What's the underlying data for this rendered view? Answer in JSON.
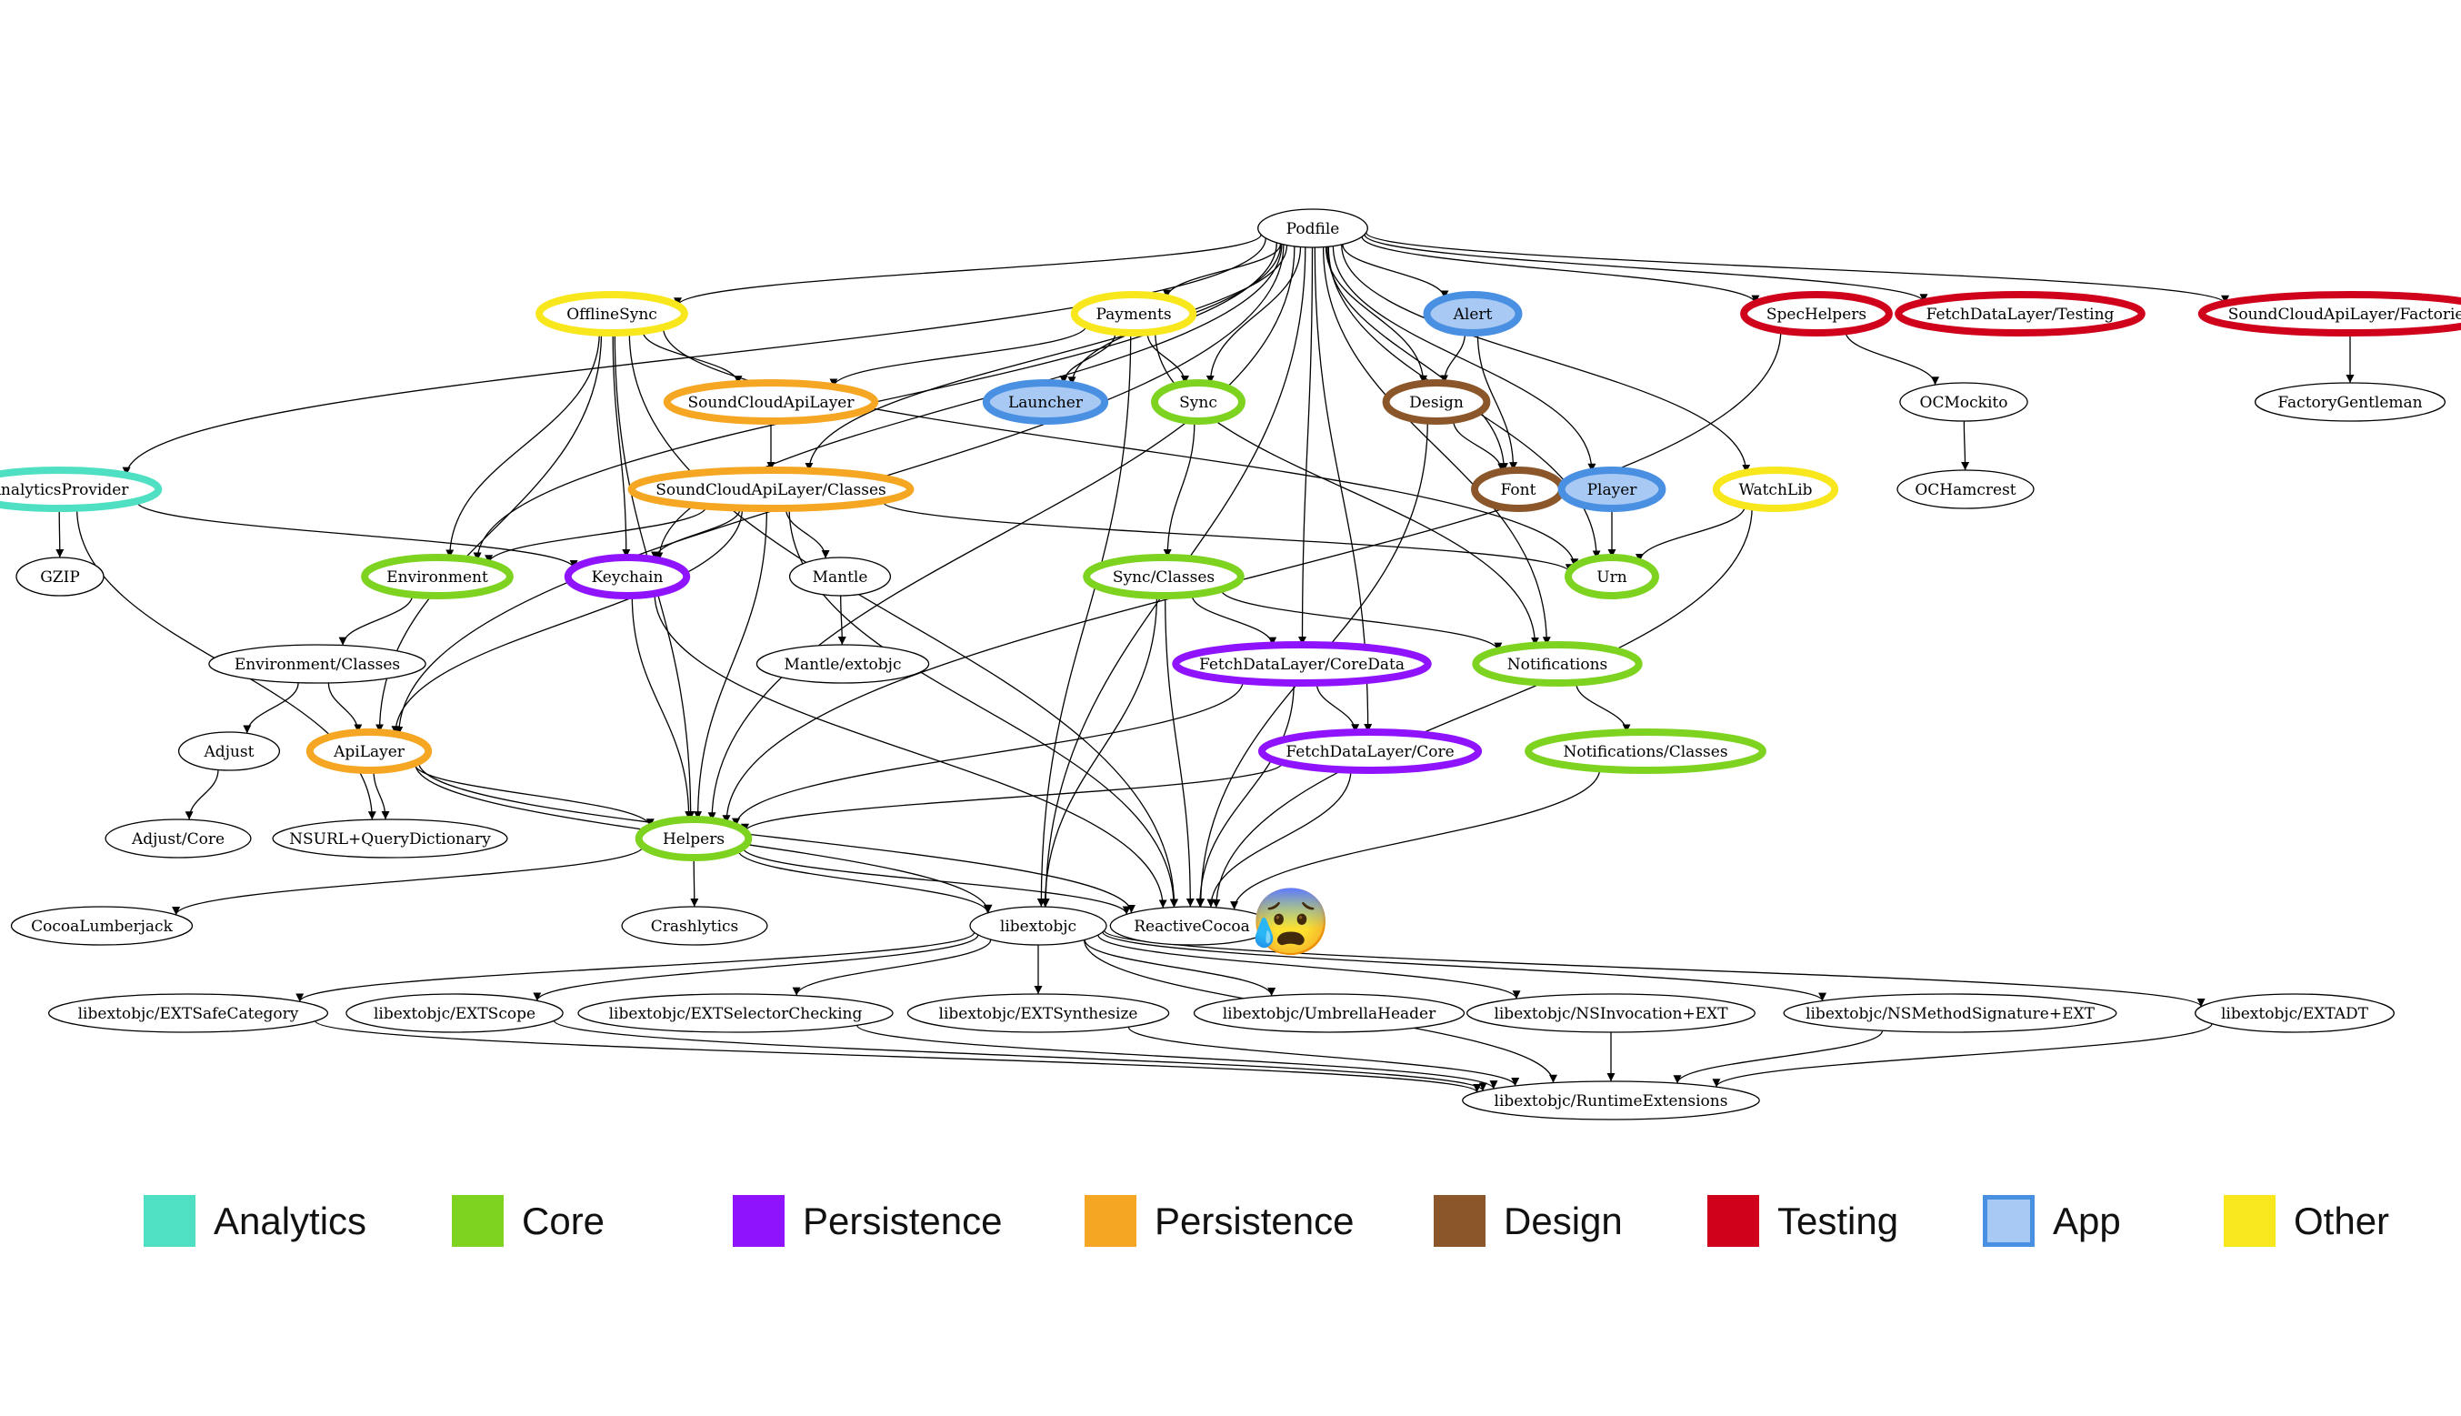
{
  "colors": {
    "analytics": "#4fe0c4",
    "core": "#7ed321",
    "persistence_purple": "#9013fe",
    "persistence_orange": "#f5a623",
    "design": "#8b572a",
    "testing": "#d0021b",
    "app_stroke": "#4a90e2",
    "app_fill": "#a8c9f3",
    "other": "#f8e71c"
  },
  "nodes": [
    {
      "id": "podfile",
      "label": "Podfile",
      "cat": "plain"
    },
    {
      "id": "offlinesync",
      "label": "OfflineSync",
      "cat": "other"
    },
    {
      "id": "payments",
      "label": "Payments",
      "cat": "other"
    },
    {
      "id": "alert",
      "label": "Alert",
      "cat": "app"
    },
    {
      "id": "spechelpers",
      "label": "SpecHelpers",
      "cat": "testing"
    },
    {
      "id": "fdl_testing",
      "label": "FetchDataLayer/Testing",
      "cat": "testing"
    },
    {
      "id": "scapi_factories",
      "label": "SoundCloudApiLayer/Factories",
      "cat": "testing"
    },
    {
      "id": "scapi",
      "label": "SoundCloudApiLayer",
      "cat": "persistence_orange"
    },
    {
      "id": "launcher",
      "label": "Launcher",
      "cat": "app"
    },
    {
      "id": "sync",
      "label": "Sync",
      "cat": "core"
    },
    {
      "id": "design",
      "label": "Design",
      "cat": "design"
    },
    {
      "id": "ocmockito",
      "label": "OCMockito",
      "cat": "plain"
    },
    {
      "id": "factorygentleman",
      "label": "FactoryGentleman",
      "cat": "plain"
    },
    {
      "id": "analyticsprovider",
      "label": "AnalyticsProvider",
      "cat": "analytics"
    },
    {
      "id": "scapi_classes",
      "label": "SoundCloudApiLayer/Classes",
      "cat": "persistence_orange"
    },
    {
      "id": "font",
      "label": "Font",
      "cat": "design"
    },
    {
      "id": "player",
      "label": "Player",
      "cat": "app"
    },
    {
      "id": "watchlib",
      "label": "WatchLib",
      "cat": "other"
    },
    {
      "id": "ochamcrest",
      "label": "OCHamcrest",
      "cat": "plain"
    },
    {
      "id": "gzip",
      "label": "GZIP",
      "cat": "plain"
    },
    {
      "id": "environment",
      "label": "Environment",
      "cat": "core"
    },
    {
      "id": "keychain",
      "label": "Keychain",
      "cat": "persistence_purple"
    },
    {
      "id": "mantle",
      "label": "Mantle",
      "cat": "plain"
    },
    {
      "id": "sync_classes",
      "label": "Sync/Classes",
      "cat": "core"
    },
    {
      "id": "urn",
      "label": "Urn",
      "cat": "core"
    },
    {
      "id": "env_classes",
      "label": "Environment/Classes",
      "cat": "plain"
    },
    {
      "id": "mantle_extobjc",
      "label": "Mantle/extobjc",
      "cat": "plain"
    },
    {
      "id": "fdl_coredata",
      "label": "FetchDataLayer/CoreData",
      "cat": "persistence_purple"
    },
    {
      "id": "notifications",
      "label": "Notifications",
      "cat": "core"
    },
    {
      "id": "adjust",
      "label": "Adjust",
      "cat": "plain"
    },
    {
      "id": "apilayer",
      "label": "ApiLayer",
      "cat": "persistence_orange"
    },
    {
      "id": "fdl_core",
      "label": "FetchDataLayer/Core",
      "cat": "persistence_purple"
    },
    {
      "id": "notif_classes",
      "label": "Notifications/Classes",
      "cat": "core"
    },
    {
      "id": "adjust_core",
      "label": "Adjust/Core",
      "cat": "plain"
    },
    {
      "id": "nsurl_qd",
      "label": "NSURL+QueryDictionary",
      "cat": "plain"
    },
    {
      "id": "helpers",
      "label": "Helpers",
      "cat": "core"
    },
    {
      "id": "cocoalumberjack",
      "label": "CocoaLumberjack",
      "cat": "plain"
    },
    {
      "id": "crashlytics",
      "label": "Crashlytics",
      "cat": "plain"
    },
    {
      "id": "libextobjc",
      "label": "libextobjc",
      "cat": "plain"
    },
    {
      "id": "reactivecocoa",
      "label": "ReactiveCocoa",
      "cat": "plain"
    },
    {
      "id": "lx_safecat",
      "label": "libextobjc/EXTSafeCategory",
      "cat": "plain"
    },
    {
      "id": "lx_scope",
      "label": "libextobjc/EXTScope",
      "cat": "plain"
    },
    {
      "id": "lx_selcheck",
      "label": "libextobjc/EXTSelectorChecking",
      "cat": "plain"
    },
    {
      "id": "lx_synth",
      "label": "libextobjc/EXTSynthesize",
      "cat": "plain"
    },
    {
      "id": "lx_umbrella",
      "label": "libextobjc/UmbrellaHeader",
      "cat": "plain"
    },
    {
      "id": "lx_nsinv",
      "label": "libextobjc/NSInvocation+EXT",
      "cat": "plain"
    },
    {
      "id": "lx_nsmeth",
      "label": "libextobjc/NSMethodSignature+EXT",
      "cat": "plain"
    },
    {
      "id": "lx_adt",
      "label": "libextobjc/EXTADT",
      "cat": "plain"
    },
    {
      "id": "lx_runtime",
      "label": "libextobjc/RuntimeExtensions",
      "cat": "plain"
    }
  ],
  "edges": [
    [
      "podfile",
      "offlinesync"
    ],
    [
      "podfile",
      "payments"
    ],
    [
      "podfile",
      "alert"
    ],
    [
      "podfile",
      "spechelpers"
    ],
    [
      "podfile",
      "fdl_testing"
    ],
    [
      "podfile",
      "scapi_factories"
    ],
    [
      "podfile",
      "analyticsprovider"
    ],
    [
      "podfile",
      "launcher"
    ],
    [
      "podfile",
      "sync"
    ],
    [
      "podfile",
      "design"
    ],
    [
      "podfile",
      "font"
    ],
    [
      "podfile",
      "player"
    ],
    [
      "podfile",
      "watchlib"
    ],
    [
      "podfile",
      "urn"
    ],
    [
      "podfile",
      "environment"
    ],
    [
      "podfile",
      "keychain"
    ],
    [
      "podfile",
      "apilayer"
    ],
    [
      "podfile",
      "helpers"
    ],
    [
      "podfile",
      "scapi_classes"
    ],
    [
      "podfile",
      "fdl_coredata"
    ],
    [
      "podfile",
      "fdl_core"
    ],
    [
      "podfile",
      "notifications"
    ],
    [
      "podfile",
      "libextobjc"
    ],
    [
      "offlinesync",
      "scapi"
    ],
    [
      "offlinesync",
      "keychain"
    ],
    [
      "offlinesync",
      "environment"
    ],
    [
      "offlinesync",
      "apilayer"
    ],
    [
      "offlinesync",
      "helpers"
    ],
    [
      "offlinesync",
      "urn"
    ],
    [
      "offlinesync",
      "reactivecocoa"
    ],
    [
      "payments",
      "launcher"
    ],
    [
      "payments",
      "sync"
    ],
    [
      "payments",
      "scapi"
    ],
    [
      "payments",
      "notifications"
    ],
    [
      "payments",
      "libextobjc"
    ],
    [
      "alert",
      "design"
    ],
    [
      "alert",
      "font"
    ],
    [
      "spechelpers",
      "ocmockito"
    ],
    [
      "spechelpers",
      "helpers"
    ],
    [
      "scapi_factories",
      "factorygentleman"
    ],
    [
      "scapi",
      "scapi_classes"
    ],
    [
      "sync",
      "sync_classes"
    ],
    [
      "design",
      "font"
    ],
    [
      "design",
      "reactivecocoa"
    ],
    [
      "ocmockito",
      "ochamcrest"
    ],
    [
      "analyticsprovider",
      "gzip"
    ],
    [
      "analyticsprovider",
      "keychain"
    ],
    [
      "analyticsprovider",
      "nsurl_qd"
    ],
    [
      "scapi_classes",
      "environment"
    ],
    [
      "scapi_classes",
      "keychain"
    ],
    [
      "scapi_classes",
      "mantle"
    ],
    [
      "scapi_classes",
      "apilayer"
    ],
    [
      "scapi_classes",
      "helpers"
    ],
    [
      "scapi_classes",
      "urn"
    ],
    [
      "scapi_classes",
      "reactivecocoa"
    ],
    [
      "player",
      "urn"
    ],
    [
      "watchlib",
      "urn"
    ],
    [
      "watchlib",
      "reactivecocoa"
    ],
    [
      "environment",
      "env_classes"
    ],
    [
      "keychain",
      "helpers"
    ],
    [
      "keychain",
      "reactivecocoa"
    ],
    [
      "mantle",
      "mantle_extobjc"
    ],
    [
      "sync_classes",
      "fdl_coredata"
    ],
    [
      "sync_classes",
      "notifications"
    ],
    [
      "sync_classes",
      "libextobjc"
    ],
    [
      "sync_classes",
      "reactivecocoa"
    ],
    [
      "env_classes",
      "adjust"
    ],
    [
      "env_classes",
      "apilayer"
    ],
    [
      "fdl_coredata",
      "fdl_core"
    ],
    [
      "fdl_coredata",
      "helpers"
    ],
    [
      "fdl_coredata",
      "reactivecocoa"
    ],
    [
      "notifications",
      "notif_classes"
    ],
    [
      "adjust",
      "adjust_core"
    ],
    [
      "apilayer",
      "nsurl_qd"
    ],
    [
      "apilayer",
      "helpers"
    ],
    [
      "apilayer",
      "libextobjc"
    ],
    [
      "apilayer",
      "reactivecocoa"
    ],
    [
      "fdl_core",
      "helpers"
    ],
    [
      "fdl_core",
      "reactivecocoa"
    ],
    [
      "notif_classes",
      "reactivecocoa"
    ],
    [
      "helpers",
      "cocoalumberjack"
    ],
    [
      "helpers",
      "crashlytics"
    ],
    [
      "helpers",
      "libextobjc"
    ],
    [
      "helpers",
      "reactivecocoa"
    ],
    [
      "libextobjc",
      "lx_safecat"
    ],
    [
      "libextobjc",
      "lx_scope"
    ],
    [
      "libextobjc",
      "lx_selcheck"
    ],
    [
      "libextobjc",
      "lx_synth"
    ],
    [
      "libextobjc",
      "lx_umbrella"
    ],
    [
      "libextobjc",
      "lx_nsinv"
    ],
    [
      "libextobjc",
      "lx_nsmeth"
    ],
    [
      "libextobjc",
      "lx_adt"
    ],
    [
      "libextobjc",
      "lx_runtime"
    ],
    [
      "lx_safecat",
      "lx_runtime"
    ],
    [
      "lx_scope",
      "lx_runtime"
    ],
    [
      "lx_selcheck",
      "lx_runtime"
    ],
    [
      "lx_synth",
      "lx_runtime"
    ],
    [
      "lx_nsinv",
      "lx_runtime"
    ],
    [
      "lx_nsmeth",
      "lx_runtime"
    ],
    [
      "lx_adt",
      "lx_runtime"
    ]
  ],
  "emoji": "😰",
  "legend": [
    {
      "label": "Analytics",
      "color_key": "analytics"
    },
    {
      "label": "Core",
      "color_key": "core"
    },
    {
      "label": "Persistence",
      "color_key": "persistence_purple"
    },
    {
      "label": "Persistence",
      "color_key": "persistence_orange"
    },
    {
      "label": "Design",
      "color_key": "design"
    },
    {
      "label": "Testing",
      "color_key": "testing"
    },
    {
      "label": "App",
      "color_key": "app"
    },
    {
      "label": "Other",
      "color_key": "other"
    }
  ]
}
